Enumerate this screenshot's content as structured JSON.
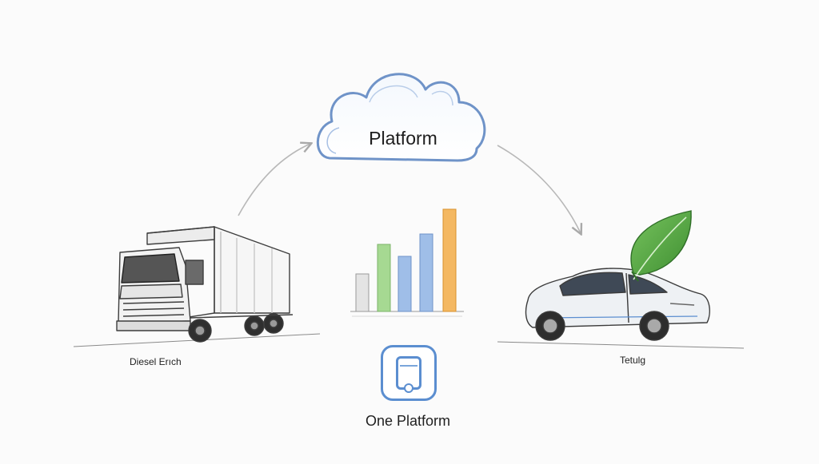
{
  "diagram": {
    "cloud_label": "Platform",
    "truck_label": "Diesel Erıch",
    "car_label": "Tetulg",
    "center_label": "One Platform",
    "icons": {
      "cloud": "cloud-icon",
      "truck": "truck-icon",
      "car": "electric-car-icon",
      "leaf": "leaf-icon",
      "app": "mobile-app-icon",
      "chart": "bar-chart-icon"
    },
    "chart_bar_colors": [
      "#dcdcdc",
      "#9fd48c",
      "#8fb3e3",
      "#8fb3e3",
      "#f2b35a"
    ],
    "colors": {
      "accent_blue": "#5b8ed0",
      "leaf_green": "#5aa845",
      "arrow": "#b5b5b5"
    }
  }
}
